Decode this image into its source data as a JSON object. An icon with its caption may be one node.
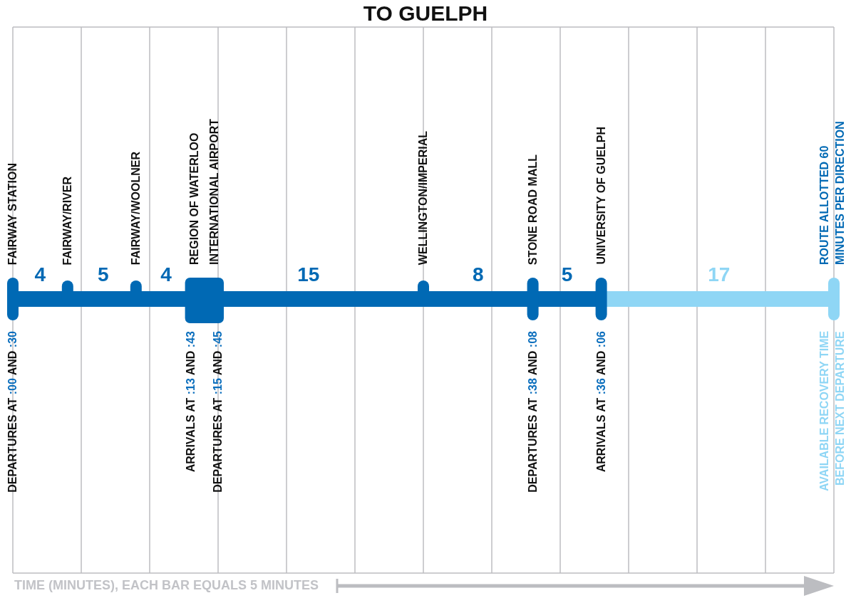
{
  "diagram": {
    "title": "TO GUELPH",
    "labels": [
      "FAIRWAY STATION",
      "4",
      "FAIRWAY/RIVER",
      "5",
      "FAIRWAY/WOOLNER",
      "4",
      "REGION OF WATERLOO INTERNATIONAL AIRPORT",
      "15",
      "WELLINGTON/IMPERIAL",
      "8",
      "STONE ROAD MALL",
      "5",
      "UNIVERSITY OF GUELPH",
      "17",
      "ROUTE ALLOTTED 60 MINUTES PER DIRECTION",
      "DEPARTURES AT :00 AND :30",
      "ARRIVALS AT :13 AND :43",
      "DEPARTURES AT :15 AND :45",
      "DEPARTURES AT :38 AND :08",
      "ARRIVALS AT :36 AND :06",
      "AVAILABLE RECOVERY TIME BEFORE NEXT DEPARTURE",
      "TIME (MINUTES), EACH BAR EQUALS 5 MINUTES"
    ]
  }
}
